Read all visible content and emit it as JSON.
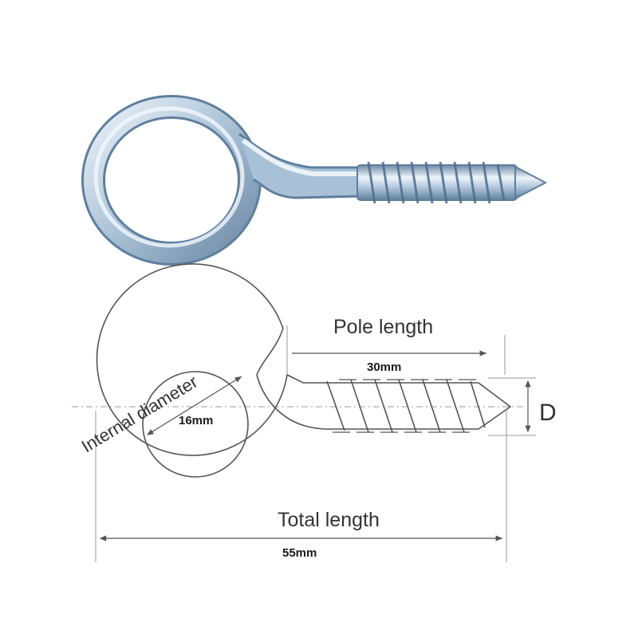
{
  "diagram": {
    "pole_length_label": "Pole length",
    "pole_length_value": "30mm",
    "internal_diameter_label": "Internal diameter",
    "internal_diameter_value": "16mm",
    "total_length_label": "Total length",
    "total_length_value": "55mm",
    "thread_diameter_label": "D"
  },
  "colors": {
    "metal_dark": "#5f7f9f",
    "metal_mid": "#a9c1d6",
    "metal_light": "#eef4fa",
    "line": "#555555",
    "dim_line": "#9a9a9a"
  }
}
